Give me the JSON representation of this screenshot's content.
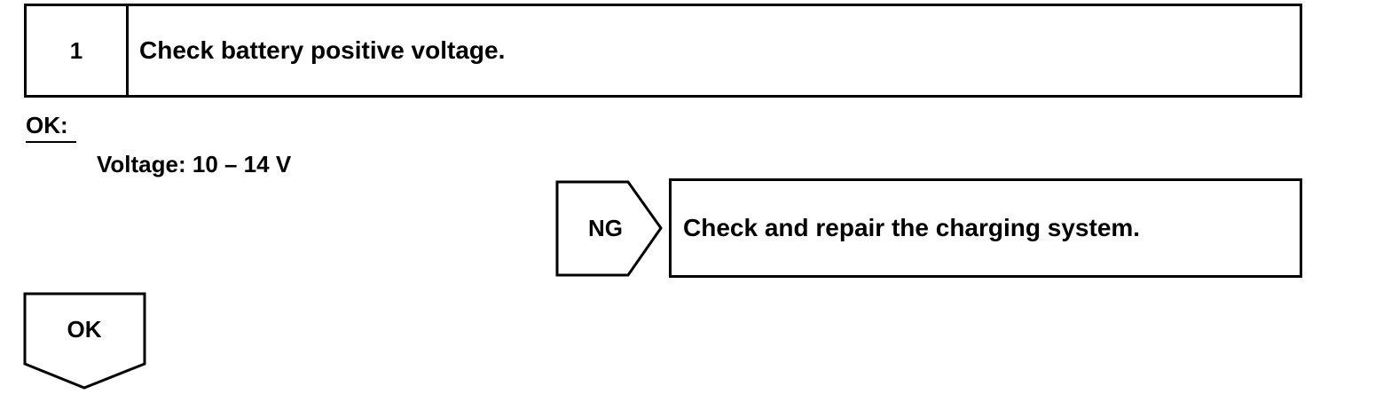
{
  "step": {
    "number": "1",
    "title": "Check battery positive voltage."
  },
  "ok_spec": {
    "label": "OK:",
    "value": "Voltage: 10 – 14 V"
  },
  "ng_branch": {
    "label": "NG",
    "action": "Check and repair the charging system."
  },
  "ok_branch": {
    "label": "OK"
  }
}
